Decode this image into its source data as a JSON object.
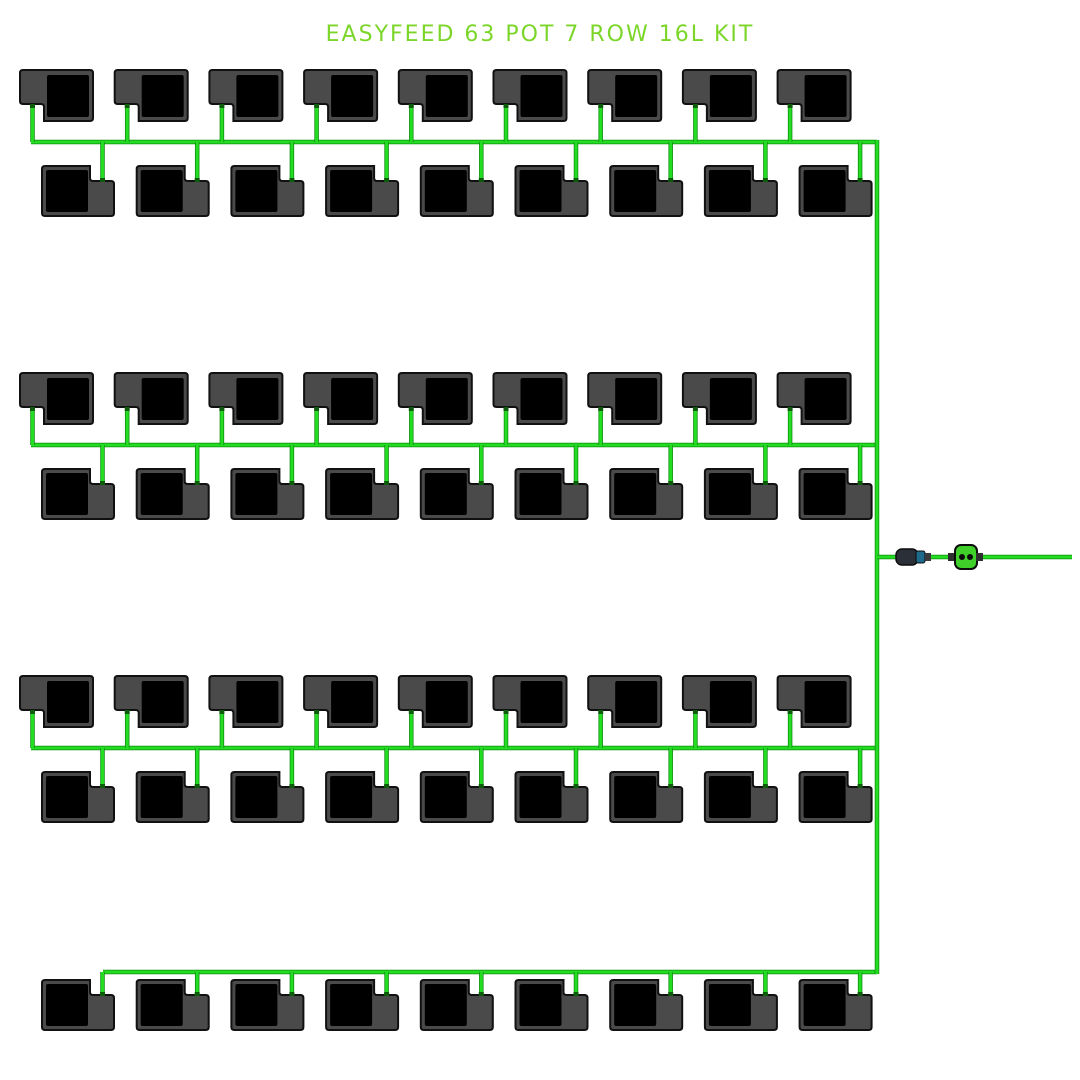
{
  "title": "EASYFEED 63 POT 7 ROW 16L KIT",
  "colors": {
    "background": "#ffffff",
    "title": "#7cd62a",
    "pipe": "#22dd22",
    "pipe_outline": "#0f8a0f",
    "pot_body": "#4a4a4a",
    "pot_outline": "#111111",
    "pot_insert": "#000000",
    "fitting": "#0c5c0c"
  },
  "kit": {
    "total_pots": 63,
    "rows": 7,
    "pots_per_row": 9,
    "pot_size": "16L",
    "row_layout": [
      {
        "group": 1,
        "orientation": "upper"
      },
      {
        "group": 1,
        "orientation": "lower"
      },
      {
        "group": 2,
        "orientation": "upper"
      },
      {
        "group": 2,
        "orientation": "lower"
      },
      {
        "group": 3,
        "orientation": "upper"
      },
      {
        "group": 3,
        "orientation": "lower"
      },
      {
        "group": 4,
        "orientation": "lower"
      }
    ],
    "components": [
      {
        "name": "pot",
        "icon": "pot-icon"
      },
      {
        "name": "feed-line",
        "icon": "pipe-icon"
      },
      {
        "name": "tap-connector",
        "icon": "tap-connector-icon"
      },
      {
        "name": "tap-timer",
        "icon": "tap-timer-icon"
      }
    ]
  }
}
